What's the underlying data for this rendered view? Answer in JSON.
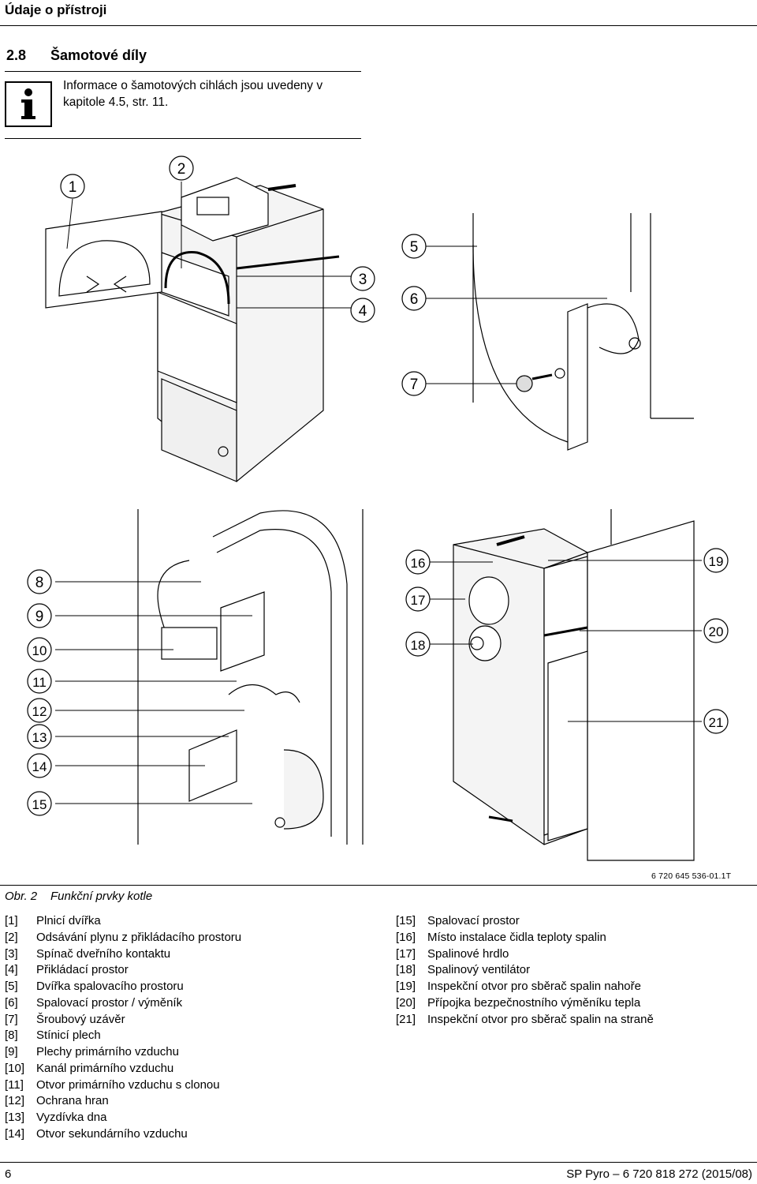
{
  "header": {
    "title": "Údaje o přístroji"
  },
  "section": {
    "number": "2.8",
    "title": "Šamotové díly"
  },
  "info_note": {
    "icon": "info-icon",
    "text": "Informace o šamotových cihlách jsou uvedeny v kapitole 4.5, str. 11."
  },
  "figure": {
    "callouts": [
      "1",
      "2",
      "3",
      "4",
      "5",
      "6",
      "7",
      "8",
      "9",
      "10",
      "11",
      "12",
      "13",
      "14",
      "15",
      "16",
      "17",
      "18",
      "19",
      "20",
      "21"
    ],
    "reference": "6 720 645 536-01.1T",
    "caption_label": "Obr. 2",
    "caption_text": "Funkční prvky kotle"
  },
  "legend": {
    "left": [
      {
        "num": "[1]",
        "text": "Plnicí dvířka"
      },
      {
        "num": "[2]",
        "text": "Odsávání plynu z přikládacího prostoru"
      },
      {
        "num": "[3]",
        "text": "Spínač dveřního kontaktu"
      },
      {
        "num": "[4]",
        "text": "Přikládací prostor"
      },
      {
        "num": "[5]",
        "text": "Dvířka spalovacího prostoru"
      },
      {
        "num": "[6]",
        "text": "Spalovací prostor / výměník"
      },
      {
        "num": "[7]",
        "text": "Šroubový uzávěr"
      },
      {
        "num": "[8]",
        "text": "Stínicí plech"
      },
      {
        "num": "[9]",
        "text": "Plechy primárního vzduchu"
      },
      {
        "num": "[10]",
        "text": "Kanál primárního vzduchu"
      },
      {
        "num": "[11]",
        "text": "Otvor primárního vzduchu s clonou"
      },
      {
        "num": "[12]",
        "text": "Ochrana hran"
      },
      {
        "num": "[13]",
        "text": "Vyzdívka dna"
      },
      {
        "num": "[14]",
        "text": "Otvor sekundárního vzduchu"
      }
    ],
    "right": [
      {
        "num": "[15]",
        "text": "Spalovací prostor"
      },
      {
        "num": "[16]",
        "text": "Místo instalace čidla teploty spalin"
      },
      {
        "num": "[17]",
        "text": "Spalinové hrdlo"
      },
      {
        "num": "[18]",
        "text": "Spalinový ventilátor"
      },
      {
        "num": "[19]",
        "text": "Inspekční otvor pro sběrač spalin nahoře"
      },
      {
        "num": "[20]",
        "text": "Přípojka bezpečnostního výměníku tepla"
      },
      {
        "num": "[21]",
        "text": "Inspekční otvor pro sběrač spalin na straně"
      }
    ]
  },
  "footer": {
    "page": "6",
    "doc_id": "SP Pyro – 6 720 818 272 (2015/08)"
  }
}
